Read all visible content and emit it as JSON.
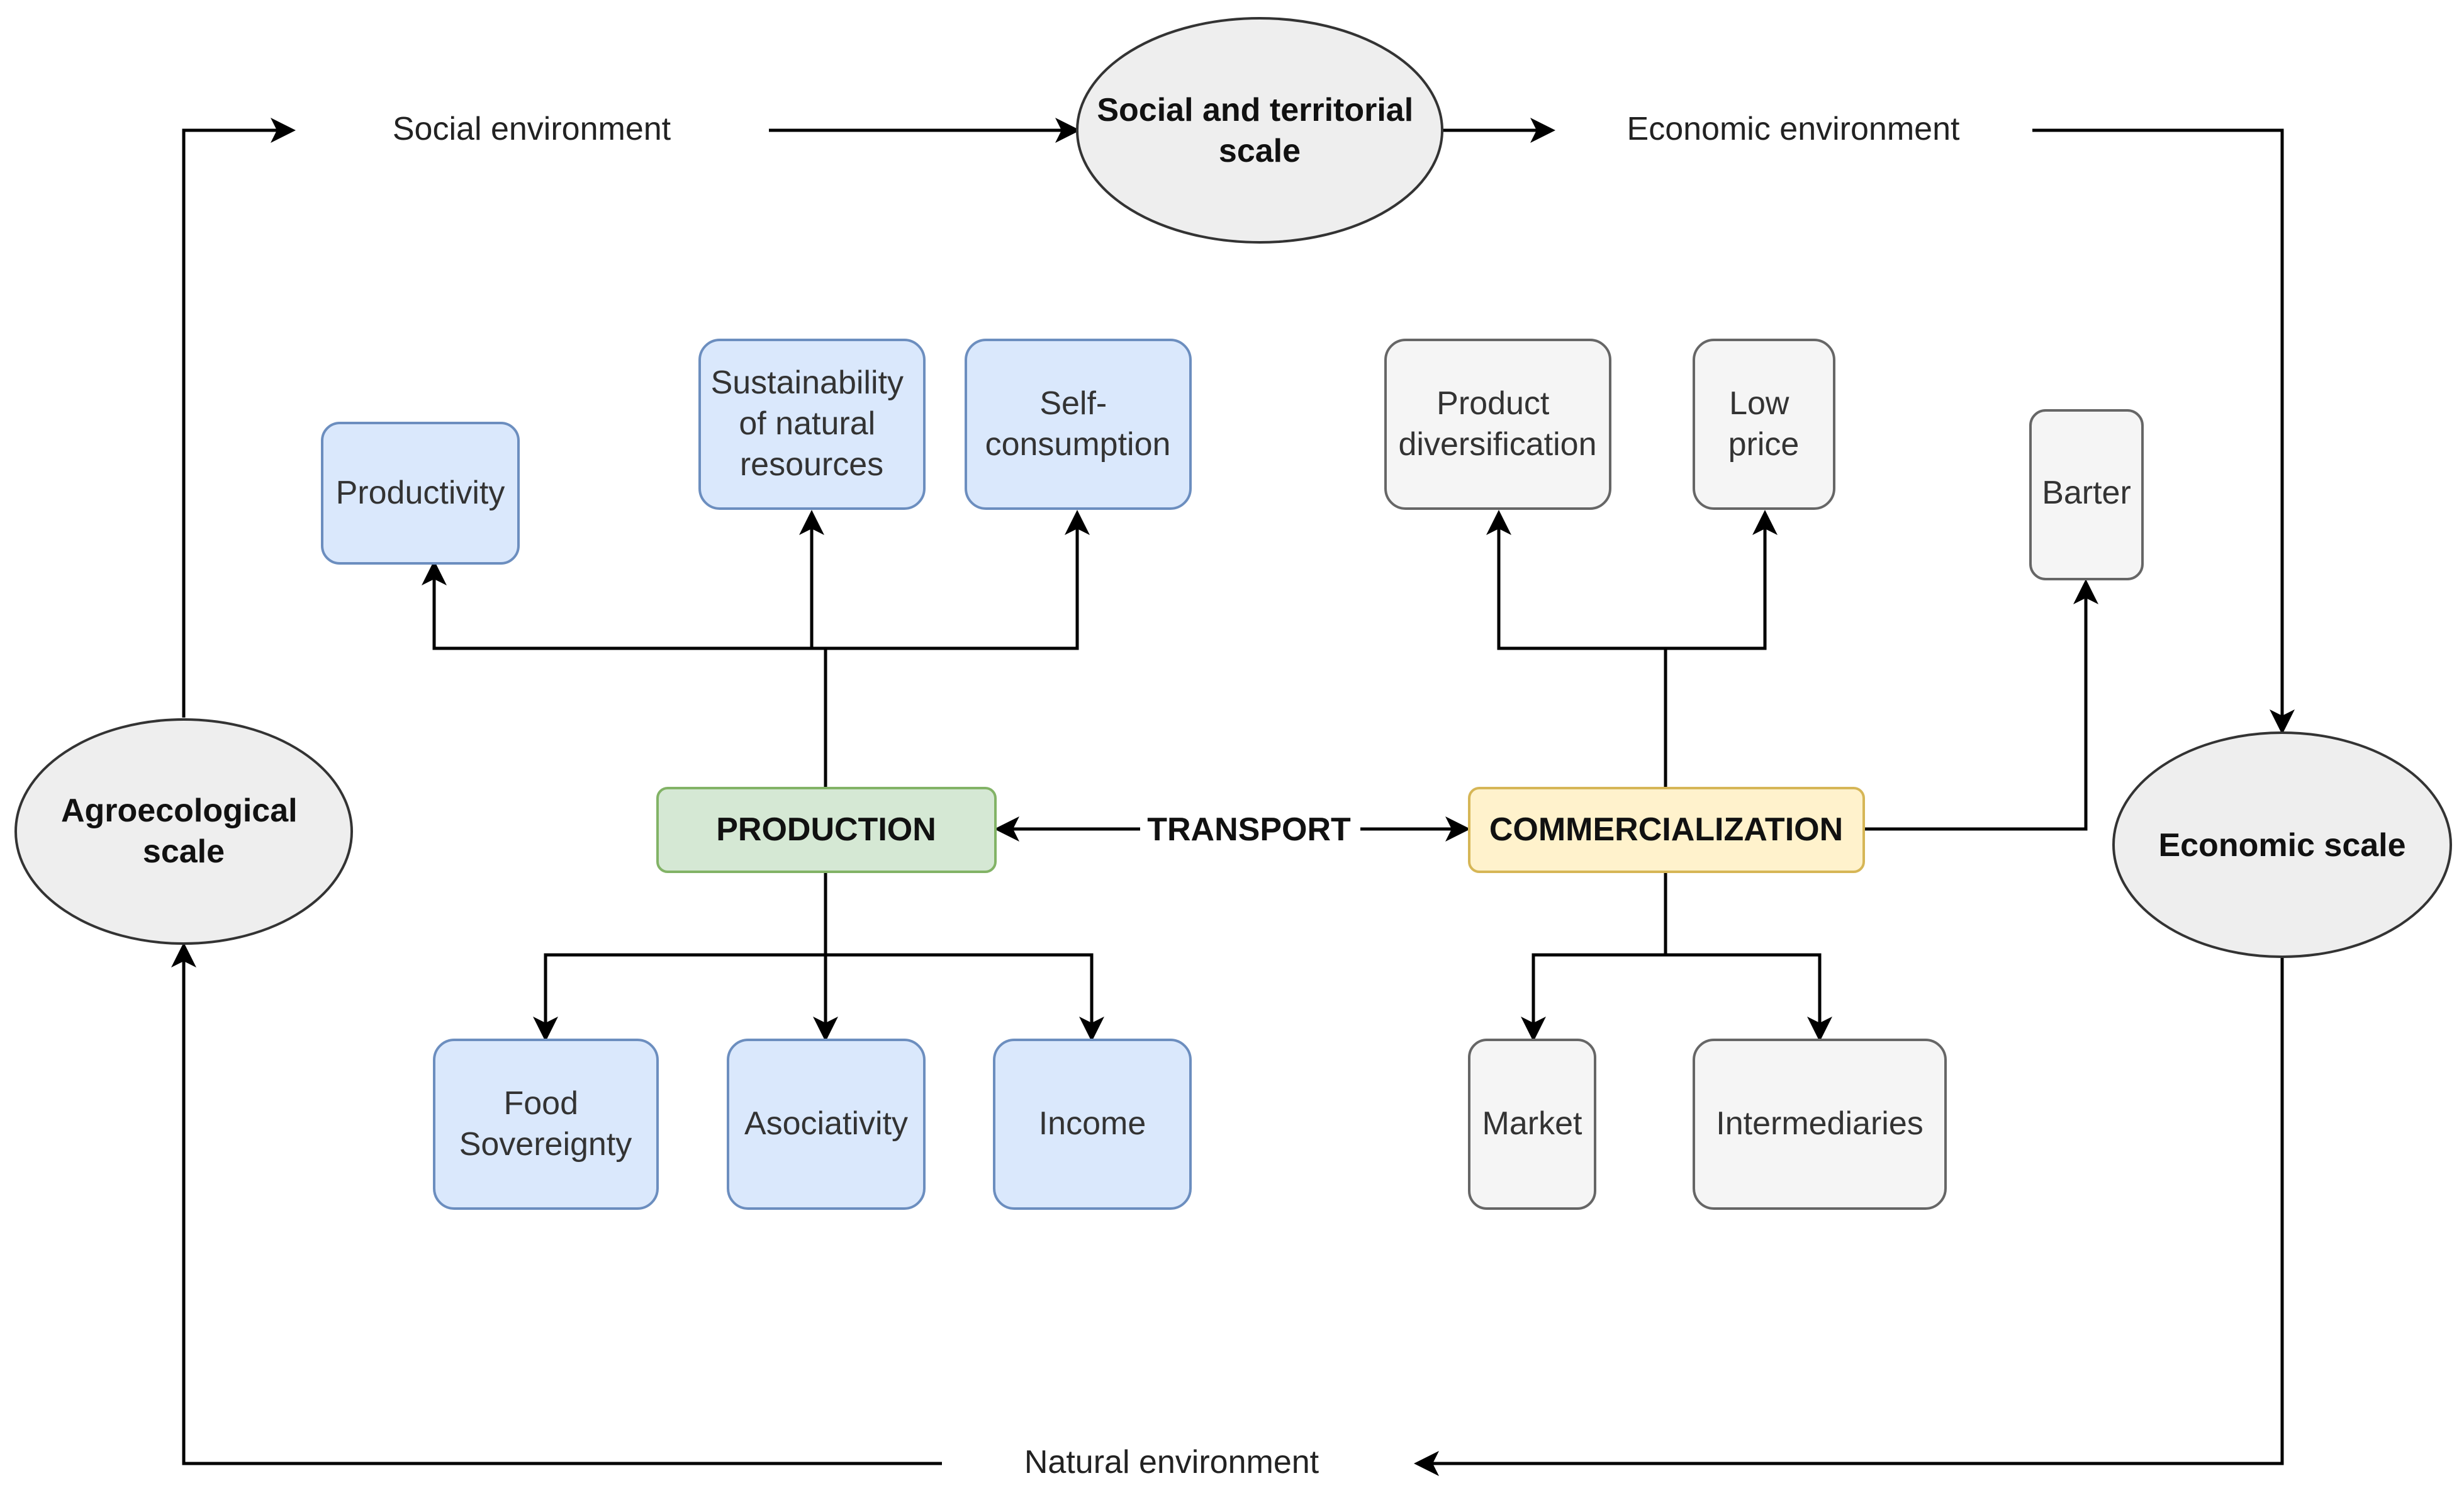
{
  "scales": {
    "social": [
      "Social and territorial",
      "scale"
    ],
    "economic": [
      "Economic scale"
    ],
    "agroecological": [
      "Agroecological",
      "scale"
    ]
  },
  "environments": {
    "social": "Social environment",
    "economic": "Economic environment",
    "natural": "Natural environment"
  },
  "center": {
    "production": "PRODUCTION",
    "transport": "TRANSPORT",
    "commercialization": "COMMERCIALIZATION"
  },
  "production_outputs_top": [
    [
      "Productivity"
    ],
    [
      "Sustainability",
      "of natural",
      "resources"
    ],
    [
      "Self-",
      "consumption"
    ]
  ],
  "production_outputs_bottom": [
    [
      "Food",
      "Sovereignty"
    ],
    [
      "Asociativity"
    ],
    [
      "Income"
    ]
  ],
  "commercialization_outputs_top": [
    [
      "Product",
      "diversification"
    ],
    [
      "Low",
      "price"
    ],
    [
      "Barter"
    ]
  ],
  "commercialization_outputs_bottom": [
    [
      "Market"
    ],
    [
      "Intermediaries"
    ]
  ],
  "colors": {
    "blue_fill": "#dae8fc",
    "blue_stroke": "#6c8ebf",
    "green_fill": "#d5e8d4",
    "green_stroke": "#82b366",
    "yellow_fill": "#fff2cc",
    "yellow_stroke": "#d6b656",
    "grey_fill": "#f5f5f5",
    "grey_stroke": "#666666",
    "ellipse_fill": "#eeeeee",
    "ellipse_stroke": "#333333"
  }
}
